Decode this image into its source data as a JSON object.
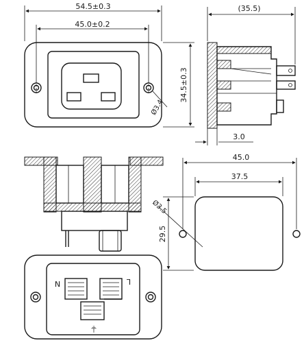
{
  "dimensions": {
    "top_overall_width": "54.5±0.3",
    "top_hole_spacing": "45.0±0.2",
    "top_height": "34.5±0.3",
    "top_hole_dia": "Ø3.4",
    "side_depth": "(35.5)",
    "side_flange": "3.0",
    "cutout_width": "45.0",
    "cutout_inner": "37.5",
    "cutout_height": "29.5",
    "cutout_hole_dia": "Ø3.5"
  },
  "terminal_labels": {
    "neutral": "N",
    "live": "L",
    "earth": "⏚"
  }
}
